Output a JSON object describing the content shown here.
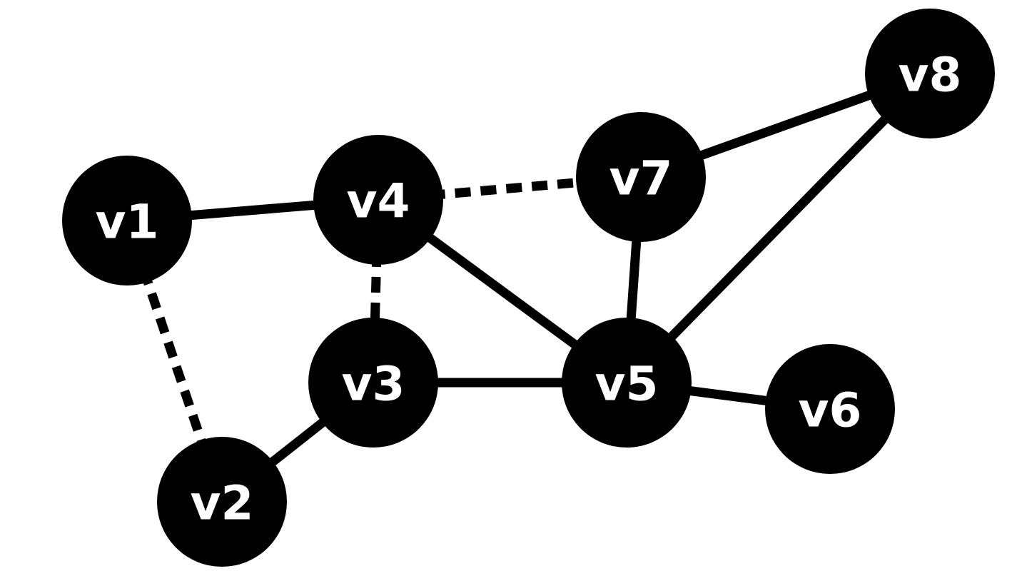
{
  "graph": {
    "colors": {
      "background": "#ffffff",
      "node_fill": "#000000",
      "node_text": "#ffffff",
      "edge": "#000000"
    },
    "nodes": [
      {
        "id": "v1",
        "label": "v1"
      },
      {
        "id": "v2",
        "label": "v2"
      },
      {
        "id": "v3",
        "label": "v3"
      },
      {
        "id": "v4",
        "label": "v4"
      },
      {
        "id": "v5",
        "label": "v5"
      },
      {
        "id": "v6",
        "label": "v6"
      },
      {
        "id": "v7",
        "label": "v7"
      },
      {
        "id": "v8",
        "label": "v8"
      }
    ],
    "edges": [
      {
        "from": "v1",
        "to": "v4",
        "style": "solid"
      },
      {
        "from": "v1",
        "to": "v2",
        "style": "dashed"
      },
      {
        "from": "v2",
        "to": "v3",
        "style": "solid"
      },
      {
        "from": "v4",
        "to": "v3",
        "style": "dashed"
      },
      {
        "from": "v4",
        "to": "v7",
        "style": "dashed"
      },
      {
        "from": "v4",
        "to": "v5",
        "style": "solid"
      },
      {
        "from": "v3",
        "to": "v5",
        "style": "solid"
      },
      {
        "from": "v7",
        "to": "v5",
        "style": "solid"
      },
      {
        "from": "v7",
        "to": "v8",
        "style": "solid"
      },
      {
        "from": "v8",
        "to": "v5",
        "style": "solid"
      },
      {
        "from": "v5",
        "to": "v6",
        "style": "solid"
      }
    ]
  }
}
